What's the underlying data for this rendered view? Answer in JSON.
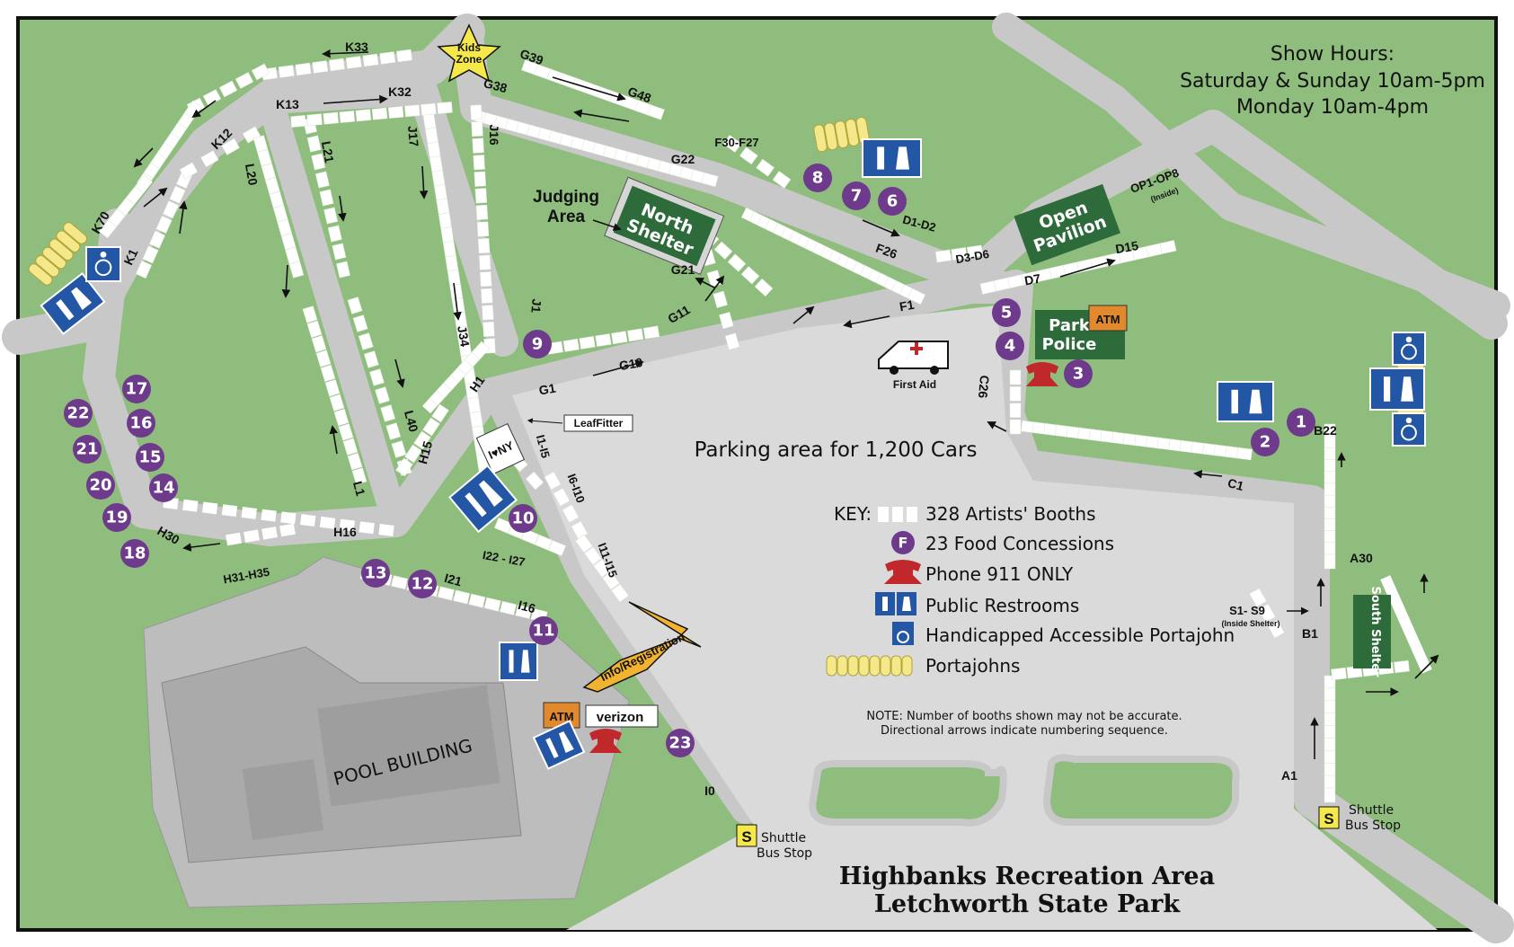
{
  "map_title": {
    "line1": "Highbanks Recreation Area",
    "line2": "Letchworth State Park"
  },
  "show_hours": {
    "heading": "Show Hours:",
    "weekend": "Saturday & Sunday 10am-5pm",
    "monday": "Monday 10am-4pm"
  },
  "parking_label": "Parking area for 1,200 Cars",
  "key": {
    "heading": "KEY:",
    "booths": "328 Artists' Booths",
    "food": "23 Food Concessions",
    "food_symbol": "F",
    "phone": "Phone 911 ONLY",
    "restrooms": "Public Restrooms",
    "handicapped": "Handicapped Accessible Portajohn",
    "portajohns": "Portajohns"
  },
  "note": {
    "line1": "NOTE: Number of booths shown may not be accurate.",
    "line2": "Directional arrows indicate numbering sequence."
  },
  "buildings": {
    "north_shelter": [
      "North",
      "Shelter"
    ],
    "open_pavilion": [
      "Open",
      "Pavilion"
    ],
    "park_police": [
      "Park",
      "Police"
    ],
    "south_shelter": "South Shelter",
    "pool_building": "POOL BUILDING",
    "kids_zone": [
      "Kids",
      "Zone"
    ],
    "atm": "ATM",
    "verizon": "verizon",
    "first_aid": "First Aid",
    "judging_area": [
      "Judging",
      "Area"
    ],
    "info_registration": "Info/Registration",
    "leaffitter": "LeafFitter",
    "i_love_ny": "I♥NY",
    "shuttle_symbol": "S",
    "shuttle_left": [
      "Shuttle",
      "Bus Stop"
    ],
    "shuttle_right": [
      "Shuttle",
      "Bus Stop"
    ],
    "s1_s9": "S1- S9",
    "s1_s9_note": "(Inside Shelter)",
    "op_note": "(Inside)"
  },
  "booth_labels": {
    "K33": "K33",
    "K13": "K13",
    "K32": "K32",
    "K12": "K12",
    "K70": "K70",
    "K1": "K1",
    "L20": "L20",
    "L21": "L21",
    "L40": "L40",
    "L1": "L1",
    "J17": "J17",
    "J16": "J16",
    "J34": "J34",
    "J1": "J1",
    "G39": "G39",
    "G48": "G48",
    "G38": "G38",
    "G22": "G22",
    "G21": "G21",
    "G11": "G11",
    "G10": "G10",
    "G1": "G1",
    "F30F27": "F30-F27",
    "F26": "F26",
    "F1": "F1",
    "D1D2": "D1-D2",
    "D3D6": "D3-D6",
    "D7": "D7",
    "D15": "D15",
    "OP": "OP1-OP8",
    "H1": "H1",
    "H15": "H15",
    "H16": "H16",
    "H30": "H30",
    "H31H35": "H31-H35",
    "I1I5": "I1-I5",
    "I6I10": "I6-I10",
    "I11I15": "I11-I15",
    "I16": "I16",
    "I21": "I21",
    "I22I27": "I22 - I27",
    "I0": "I0",
    "C26": "C26",
    "C1": "C1",
    "B22": "B22",
    "B1": "B1",
    "A30": "A30",
    "A1": "A1"
  },
  "food_numbers": [
    "1",
    "2",
    "3",
    "4",
    "5",
    "6",
    "7",
    "8",
    "9",
    "10",
    "11",
    "12",
    "13",
    "14",
    "15",
    "16",
    "17",
    "18",
    "19",
    "20",
    "21",
    "22",
    "23"
  ],
  "colors": {
    "grass": "#8fbd7d",
    "road": "#c8c8c8",
    "parking": "#dadada",
    "food": "#6e3b8c",
    "shelter": "#2e6b3a",
    "restroom": "#2357a6",
    "atm": "#e2892d",
    "phone": "#c0282b",
    "portajohn": "#f4e88a",
    "info_arrow": "#f2b330"
  },
  "icons": [
    "star-icon",
    "ambulance-icon",
    "phone-icon",
    "restroom-icon",
    "handicap-icon",
    "portajohn-icon",
    "arrow-icon",
    "shuttle-stop-icon"
  ]
}
